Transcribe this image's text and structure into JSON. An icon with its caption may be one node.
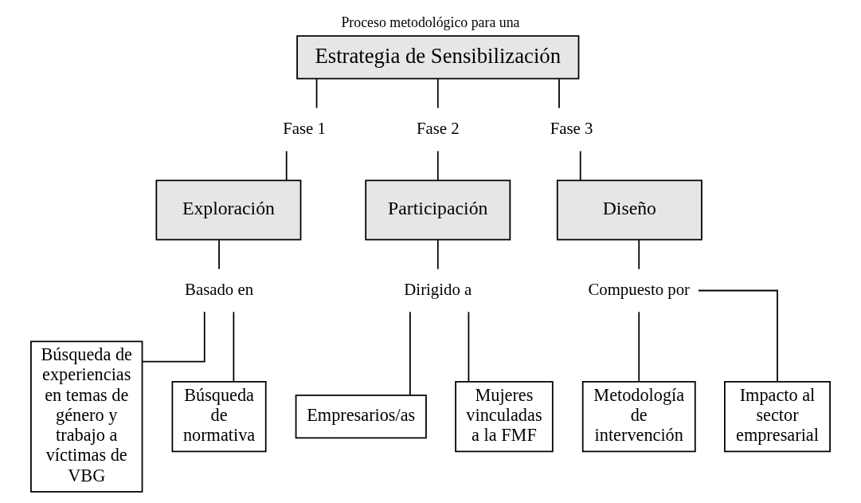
{
  "diagram": {
    "title": "Proceso metodológico para una",
    "nodes": [
      {
        "text": [
          "Estrategia de Sensibilización"
        ]
      },
      {
        "text": [
          "Fase 1"
        ]
      },
      {
        "text": [
          "Exploración"
        ]
      },
      {
        "text": [
          "Basado en"
        ]
      },
      {
        "text": [
          "Búsqueda de experiencias en temas de género y trabajo a víctimas de VBG"
        ]
      },
      {
        "text": [
          "Búsqueda de normativa"
        ]
      },
      {
        "text": [
          "Fase 2"
        ]
      },
      {
        "text": [
          "Participación"
        ]
      },
      {
        "text": [
          "Dirigido a"
        ]
      },
      {
        "text": [
          "Empresarios/as"
        ]
      },
      {
        "text": [
          "Mujeres vinculadas a la FMF"
        ]
      },
      {
        "text": [
          "Fase 3"
        ]
      },
      {
        "text": [
          "Diseño"
        ]
      },
      {
        "text": [
          "Compuesto por"
        ]
      },
      {
        "text": [
          "Metodología de intervención"
        ]
      },
      {
        "text": [
          "Impacto al sector empresarial"
        ]
      }
    ],
    "edges": [
      {
        "from": 0,
        "to": 1,
        "arrow": "none"
      },
      {
        "from": 0,
        "to": 6,
        "arrow": "none"
      },
      {
        "from": 0,
        "to": 11,
        "arrow": "none"
      },
      {
        "from": 1,
        "to": 2,
        "arrow": "none"
      },
      {
        "from": 6,
        "to": 7,
        "arrow": "none"
      },
      {
        "from": 11,
        "to": 12,
        "arrow": "none"
      },
      {
        "from": 2,
        "to": 3,
        "arrow": "none"
      },
      {
        "from": 7,
        "to": 8,
        "arrow": "none"
      },
      {
        "from": 12,
        "to": 13,
        "arrow": "none"
      },
      {
        "from": 3,
        "to": 4,
        "arrow": "none"
      },
      {
        "from": 3,
        "to": 5,
        "arrow": "none"
      },
      {
        "from": 8,
        "to": 9,
        "arrow": "none"
      },
      {
        "from": 8,
        "to": 10,
        "arrow": "none"
      },
      {
        "from": 13,
        "to": 14,
        "arrow": "none"
      },
      {
        "from": 13,
        "to": 15,
        "arrow": "none"
      }
    ]
  }
}
